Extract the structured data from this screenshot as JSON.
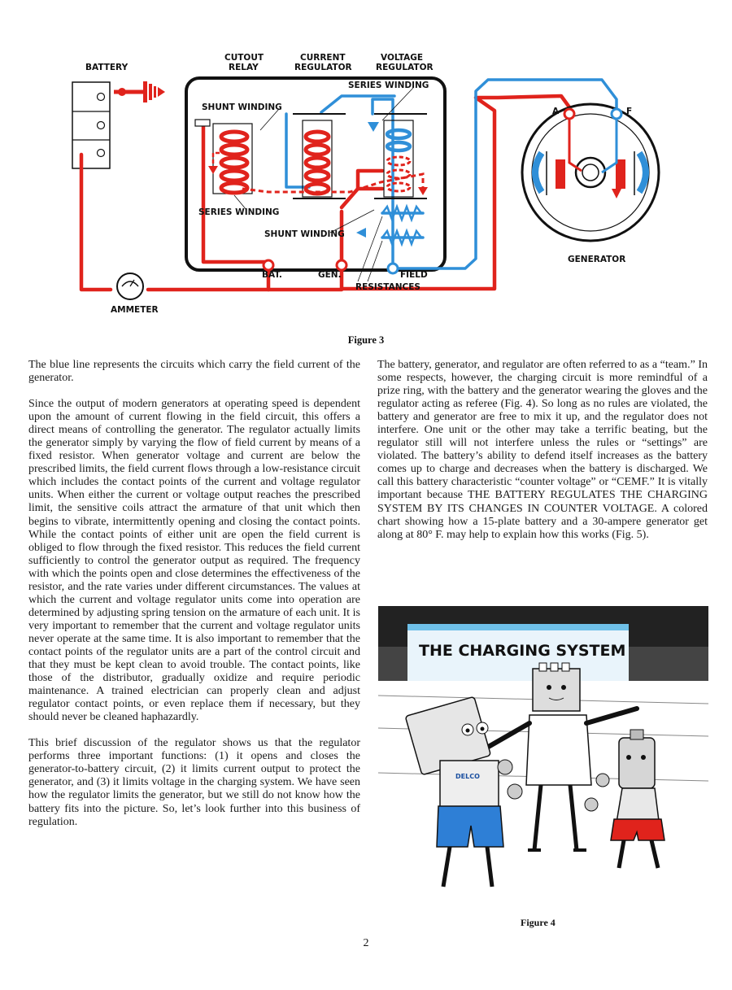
{
  "figure3": {
    "labels": {
      "battery": "BATTERY",
      "cutout_relay_1": "CUTOUT",
      "cutout_relay_2": "RELAY",
      "current_regulator_1": "CURRENT",
      "current_regulator_2": "REGULATOR",
      "voltage_regulator_1": "VOLTAGE",
      "voltage_regulator_2": "REGULATOR",
      "series_winding_top": "SERIES WINDING",
      "shunt_winding_top": "SHUNT WINDING",
      "series_winding_bottom": "SERIES WINDING",
      "shunt_winding_bottom": "SHUNT WINDING",
      "bat": "BAT.",
      "gen": "GEN.",
      "field": "FIELD",
      "resistances": "RESISTANCES",
      "ammeter": "AMMETER",
      "generator": "GENERATOR",
      "terminal_a": "A",
      "terminal_f": "F"
    },
    "caption": "Figure 3",
    "colors": {
      "red": "#e0231c",
      "blue": "#2f8fd8",
      "black": "#111111"
    }
  },
  "text": {
    "left_p1": "The blue line represents the circuits which carry the field current of the generator.",
    "left_p2": "Since the output of modern generators at operating speed is dependent upon the amount of current flowing in the field circuit, this offers a direct means of controlling the generator. The regulator actually limits the generator simply by varying the flow of field current by means of a fixed resistor. When generator voltage and current are below the prescribed limits, the field current flows through a low-resistance circuit which includes the contact points of the current and voltage regulator units. When either the current or voltage output reaches the prescribed limit, the sensitive coils attract the armature of that unit which then begins to vibrate, intermittently opening and closing the contact points. While the contact points of either unit are open the field current is obliged to flow through the fixed resistor. This reduces the field current sufficiently to control the generator output as required. The frequency with which the points open and close determines the effectiveness of the resistor, and the rate varies under different circumstances. The values at which the current and voltage regulator units come into operation are determined by adjusting spring tension on the armature of each unit. It is very important to remember that the current and voltage regulator units never operate at the same time. It is also important to remember that the contact points of the regulator units are a part of the control circuit and that they must be kept clean to avoid trouble. The contact points, like those of the distributor, gradually oxidize and require periodic maintenance. A trained electrician can properly clean and adjust regulator contact points, or even replace them if necessary, but they should never be cleaned haphazardly.",
    "left_p3": "This brief discussion of the regulator shows us that the regulator performs three important functions: (1) it opens and closes the generator-to-battery circuit, (2) it limits current output to protect the generator, and (3) it limits voltage in the charging system. We have seen how the regulator limits the generator, but we still do not know how the battery fits into the picture. So, let’s look further into this business of regulation.",
    "right_p1": "The battery, generator, and regulator are often referred to as a “team.” In some respects, however, the charging circuit is more remindful of a prize ring, with the battery and the generator wearing the gloves and the regulator acting as referee (Fig. 4). So long as no rules are violated, the battery and generator are free to mix it up, and the regulator does not interfere. One unit or the other may take a terrific beating, but the regulator still will not interfere unless the rules or “settings” are violated. The battery’s ability to defend itself increases as the battery comes up to charge and decreases when the battery is discharged. We call this battery characteristic “counter voltage” or “CEMF.” It is vitally important because THE BATTERY REGULATES THE CHARGING SYSTEM BY ITS CHANGES IN COUNTER VOLTAGE. A colored chart showing how a 15-plate battery and a 30-ampere generator get along at 80° F. may help to explain how this works (Fig. 5)."
  },
  "figure4": {
    "banner": "THE CHARGING SYSTEM",
    "battery_logo": "DELCO",
    "caption": "Figure 4"
  },
  "page_number": "2"
}
